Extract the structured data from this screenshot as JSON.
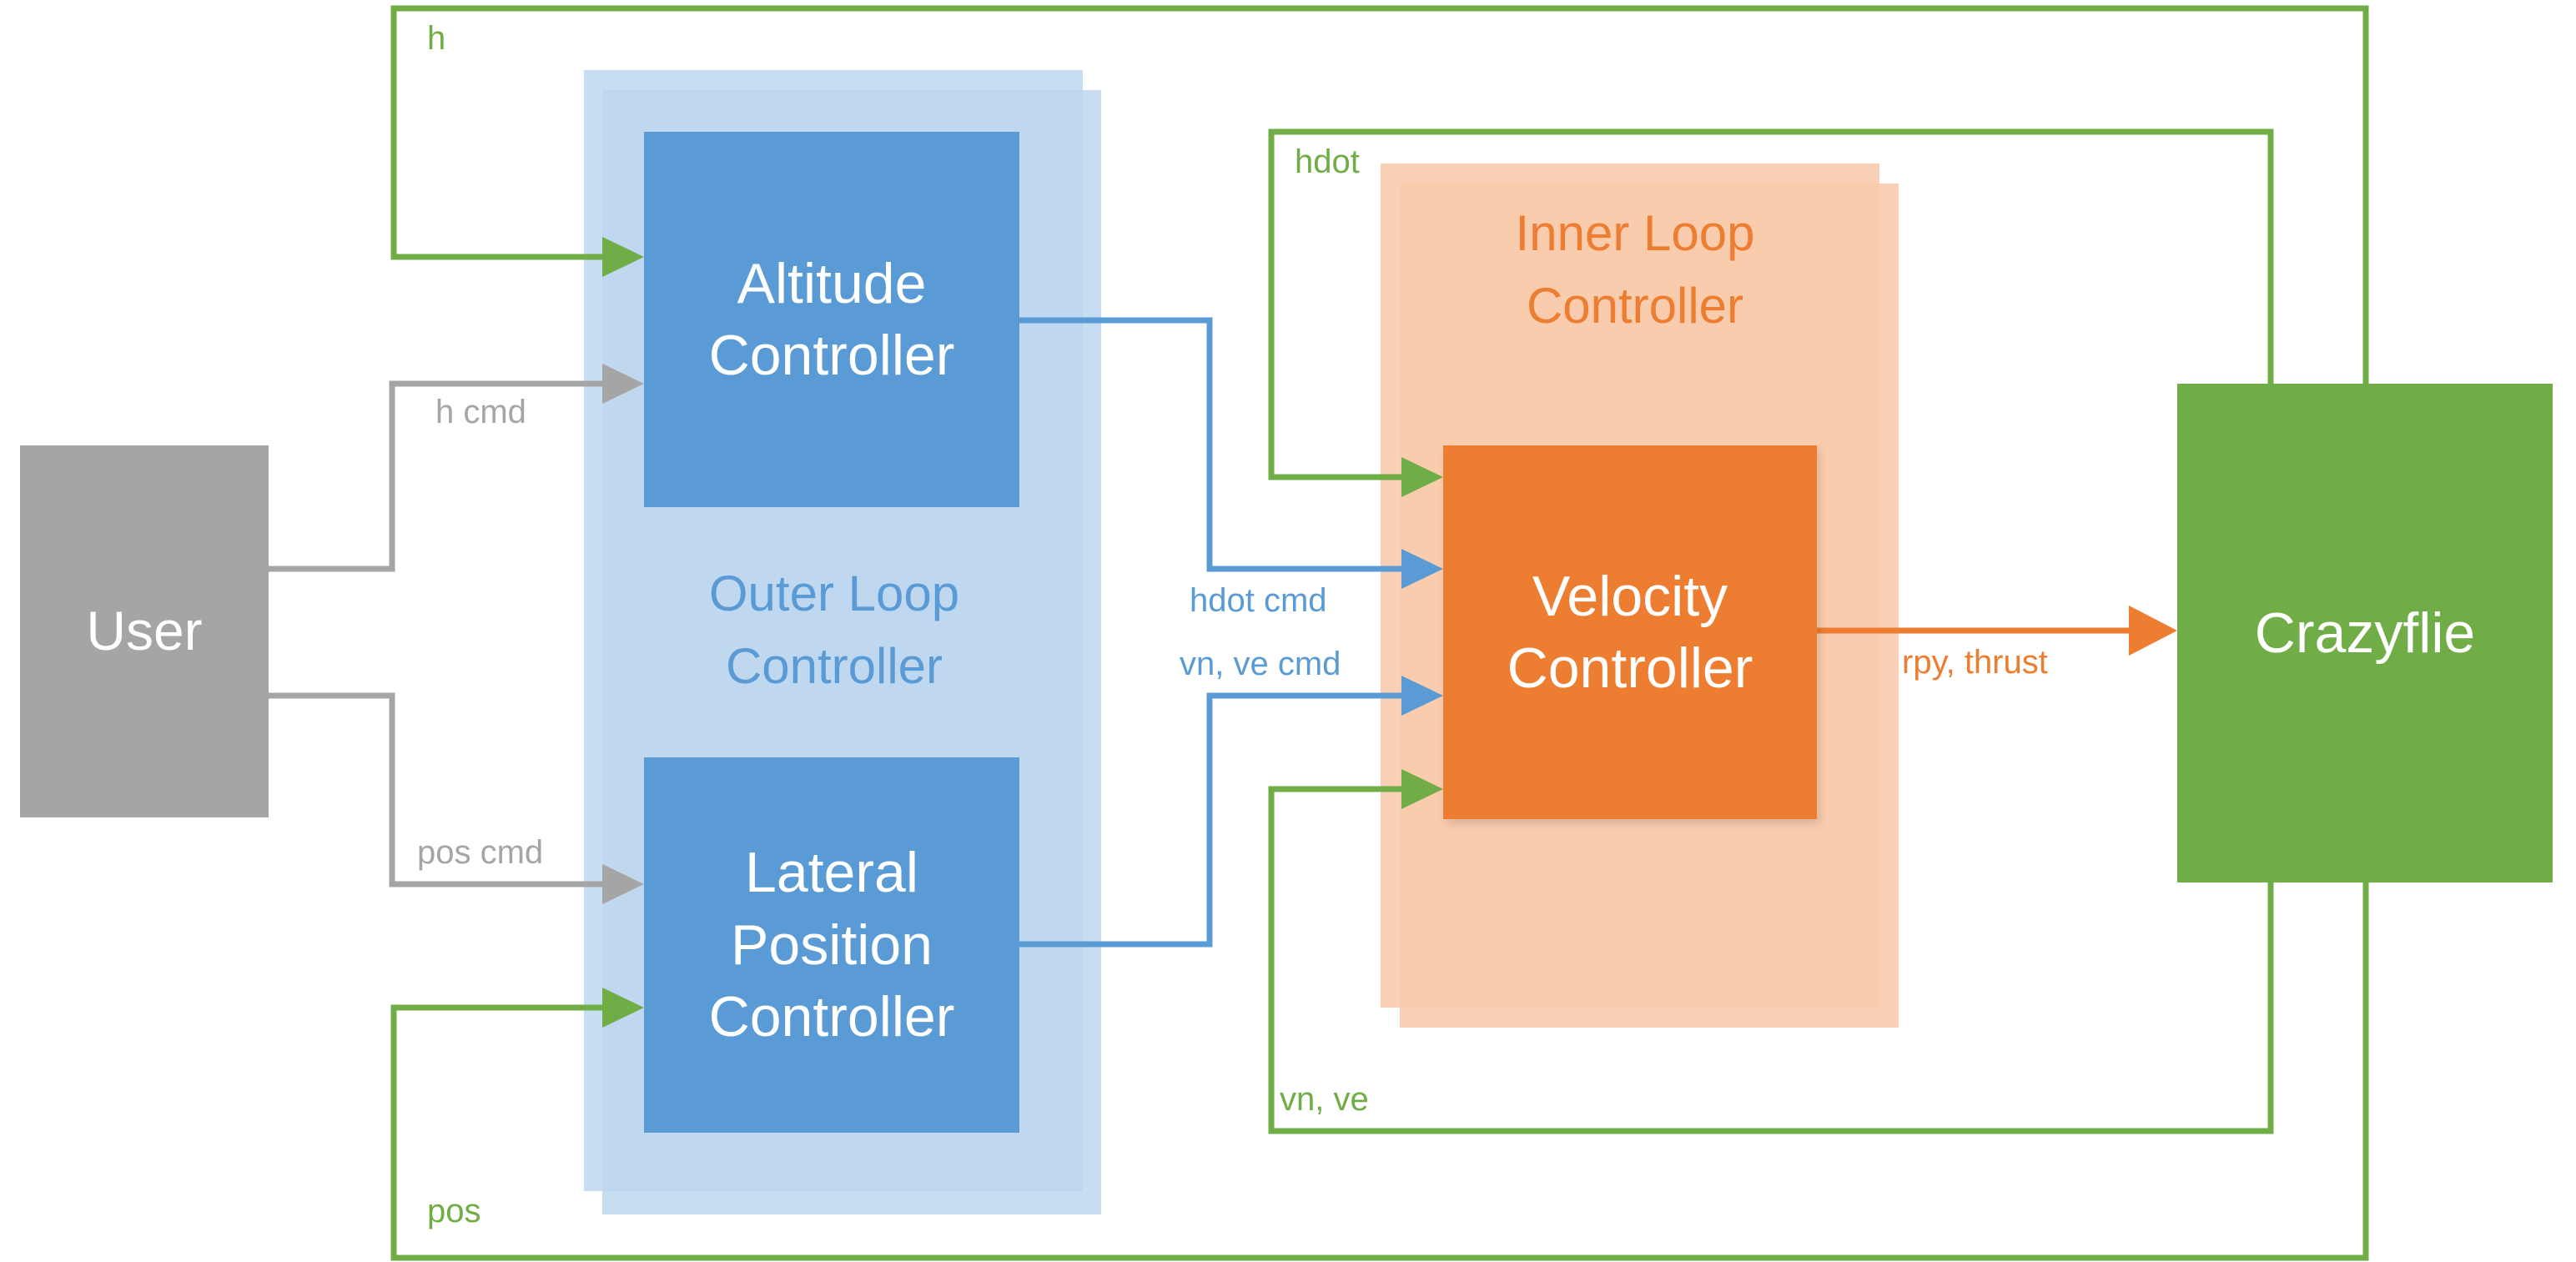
{
  "colors": {
    "gray": "#A5A5A5",
    "blue": "#5B9BD5",
    "blue_light": "#BDD7EE",
    "orange": "#ED7D31",
    "orange_light": "#F8CBAD",
    "green": "#70AD47"
  },
  "blocks": {
    "user": "User",
    "altitude": "Altitude\nController",
    "lateral": "Lateral\nPosition\nController",
    "velocity": "Velocity\nController",
    "crazyflie": "Crazyflie"
  },
  "groups": {
    "outer": "Outer Loop\nController",
    "inner": "Inner Loop\nController"
  },
  "signals": {
    "h": "h",
    "h_cmd": "h cmd",
    "pos_cmd": "pos cmd",
    "pos": "pos",
    "hdot": "hdot",
    "hdot_cmd": "hdot cmd",
    "vn_ve_cmd": "vn, ve cmd",
    "vn_ve": "vn, ve",
    "rpy_thrust": "rpy, thrust"
  }
}
